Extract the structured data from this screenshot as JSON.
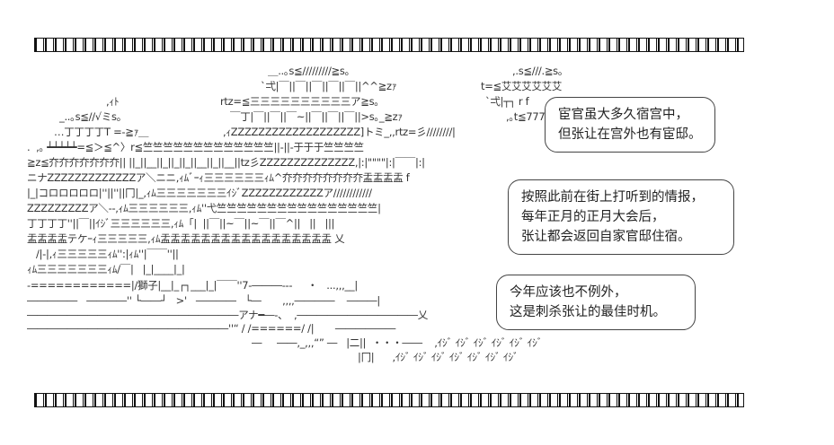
{
  "art_lines": [
    "＿..｡s≦/////////≧s｡",
    ",.s≦///.≧s｡",
    "`弌|￣||￣||￣||￣||￣||^^≧zｧ",
    "t=≦艾艾艾艾艾艾",
    ",ｨﾄ",
    "rtz=≦三三三三三三三三三三ア≧s｡",
    "`弌|┬┐ r f",
    "_..｡s≦//√ミs｡",
    "￣丁|￣||￣||￣~||￣||￣||￣||>s｡_≧zｧ",
    ",｡t≦777|",
    "…丁丁丁丁T =-≧ｧ＿",
    ",ｨZZZZZZZZZZZZZZZZZZZ]トミ_,,rtz=彡////////|",
    ".  ,｡ ┷┷┷┷┷=≦＞≦^〉r≦竺竺竺竺竺竺竺竺竺竺竺竺竺||-||-于于于竺竺竺竺",
    "≧z≦夰夰夰夰夰夰夰|| ||_||__||_||_||_||__||_||__||tz彡ZZZZZZZZZZZZZZ,|:|\"\"\"\"|:|￣￣|:|",
    "ニナZZZZZZZZZZZZZア＼ニニ,ｨﾑﾞｰｨ三三三三三三ｨﾑ^夰夰夰夰夰夰夰夰盂盂盂盂 f",
    "|_|コロロロロロ|''||''||冂|_,ｨﾑ三三三三三三三ｲｼﾞZZZZZZZZZZZZア////////////",
    "ZZZZZZZZZア＼--,ｨﾑ三三三三三三,ｨﾑ''弋竺竺竺竺竺竺竺竺竺竺竺竺竺竺竺竺|",
    "丁丁丁丁''||￣||ｲｼﾞ三三三三三三,ｨﾑ「|  ||￣||~￣||~￣||￣^||   ||   |||",
    "盂盂盂盂テケｰｨ三三三三三,ｨﾑ盂盂盂盂盂盂盂盂盂盂盂盂盂盂盂盂盂 乂",
    "/|-|,ｨ三三三三三ｨﾑ'':|ｨﾑ''|￣￣''||",
    "ｨﾑ三三三三三三三ｨﾑ/￣|   |_|____|_|",
    "-============|/獅子|__|_┌┐___|_|￣￣''7-―――---     ・   ...,,,__|",
    "―――――   ――――'' └――┘   >'   ――――   └―       ,,,,――――    ―――|",
    "―――――――――――――――――――――アナ━―-、  ,――――――――――――乂",
    "――――――――――――――――――――''“ / /======/ /|       ――――――",
    "―     ――,_,,,“” ―   |二||  ・・・――    ,ｲｼﾞ ｲｼﾞ ｲｼﾞ ｲｼﾞ ｲｼﾞ ｲｼﾞ",
    "|冂|      ,ｲｼﾞ ｲｼﾞ ｲｼﾞ ｲｼﾞ ｲｼﾞ ｲｼﾞ ｲｼﾞ"
  ],
  "bubbles": [
    {
      "lines": [
        "宦官虽大多久宿宫中，",
        "但张让在宫外也有宦邸。"
      ]
    },
    {
      "lines": [
        "按照此前在街上打听到的情报，",
        "每年正月的正月大会后，",
        "张让都会返回自家官邸住宿。"
      ]
    },
    {
      "lines": [
        "今年应该也不例外，",
        "这是刺杀张让的最佳时机。"
      ]
    }
  ]
}
